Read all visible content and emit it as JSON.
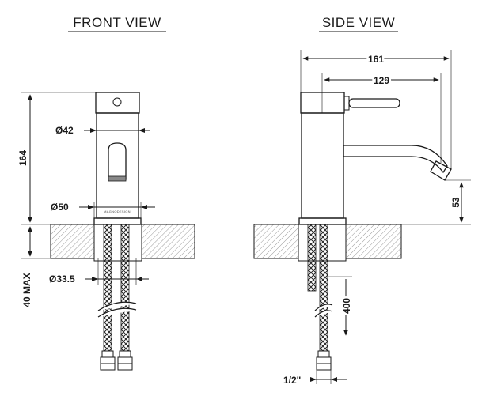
{
  "views": {
    "front": {
      "title": "FRONT VIEW"
    },
    "side": {
      "title": "SIDE VIEW"
    }
  },
  "brand": "MAGNODESIGN",
  "dimensions": {
    "height_164": "164",
    "body_dia_42": "Ø42",
    "base_dia_50": "Ø50",
    "shank_dia_33_5": "Ø33.5",
    "under_counter_40": "40 MAX",
    "overall_161": "161",
    "spout_129": "129",
    "spout_height_53": "53",
    "hose_400": "400",
    "thread_1_2": "1/2\""
  }
}
